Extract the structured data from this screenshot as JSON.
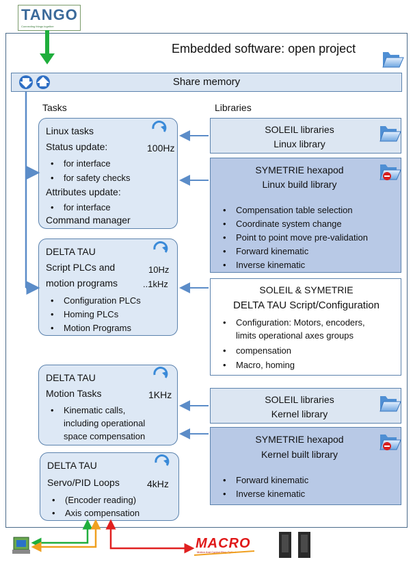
{
  "logo": {
    "text": "TANGO",
    "tagline": "Connecting things together"
  },
  "header": {
    "title": "Embedded software: open project"
  },
  "share_memory": {
    "label": "Share memory"
  },
  "columns": {
    "tasks": "Tasks",
    "libraries": "Libraries"
  },
  "tasks": {
    "linux": {
      "title": "Linux tasks",
      "status": "Status update:",
      "rate": "100Hz",
      "status_items": [
        "for interface",
        "for safety checks"
      ],
      "attributes": "Attributes update:",
      "attr_items": [
        "for interface"
      ],
      "command": "Command manager"
    },
    "script": {
      "title": "DELTA TAU",
      "line2": "Script PLCs and",
      "line3": "motion programs",
      "rate1": "10Hz",
      "rate2": "..1kHz",
      "items": [
        "Configuration PLCs",
        "Homing PLCs",
        "Motion Programs"
      ]
    },
    "motion": {
      "title": "DELTA TAU",
      "line2": "Motion Tasks",
      "rate": "1KHz",
      "items": [
        "Kinematic calls,",
        "including operational",
        "space compensation"
      ]
    },
    "servo": {
      "title": "DELTA TAU",
      "line2": "Servo/PID Loops",
      "rate": "4kHz",
      "items": [
        "(Encoder reading)",
        "Axis compensation"
      ]
    }
  },
  "libraries": {
    "soleil_linux": {
      "line1": "SOLEIL libraries",
      "line2": "Linux library"
    },
    "symetrie_linux": {
      "line1": "SYMETRIE hexapod",
      "line2": "Linux build library",
      "items": [
        "Compensation table selection",
        "Coordinate system change",
        "Point to point move pre-validation",
        "Forward kinematic",
        "Inverse kinematic"
      ]
    },
    "script_config": {
      "line1": "SOLEIL & SYMETRIE",
      "line2": "DELTA TAU Script/Configuration",
      "items": [
        "Configuration: Motors, encoders,",
        "limits operational axes groups",
        "compensation",
        "Macro, homing"
      ]
    },
    "soleil_kernel": {
      "line1": "SOLEIL libraries",
      "line2": "Kernel library"
    },
    "symetrie_kernel": {
      "line1": "SYMETRIE hexapod",
      "line2": "Kernel built library",
      "items": [
        "Forward kinematic",
        "Inverse kinematic"
      ]
    }
  },
  "footer": {
    "macro_logo": "MACRO",
    "macro_tagline": "Motion And Control Ring Optical"
  },
  "colors": {
    "accent_blue": "#5b82ad",
    "box_light": "#dde8f5",
    "box_dark": "#b8c9e6",
    "green_arrow": "#1fae3c",
    "orange_arrow": "#f0a020",
    "red_arrow": "#e02020"
  },
  "icons": [
    "folder-icon",
    "folder-locked-icon",
    "refresh-icon",
    "arrow-down-icon",
    "arrow-up-icon",
    "computer-icon",
    "drive-icon"
  ]
}
